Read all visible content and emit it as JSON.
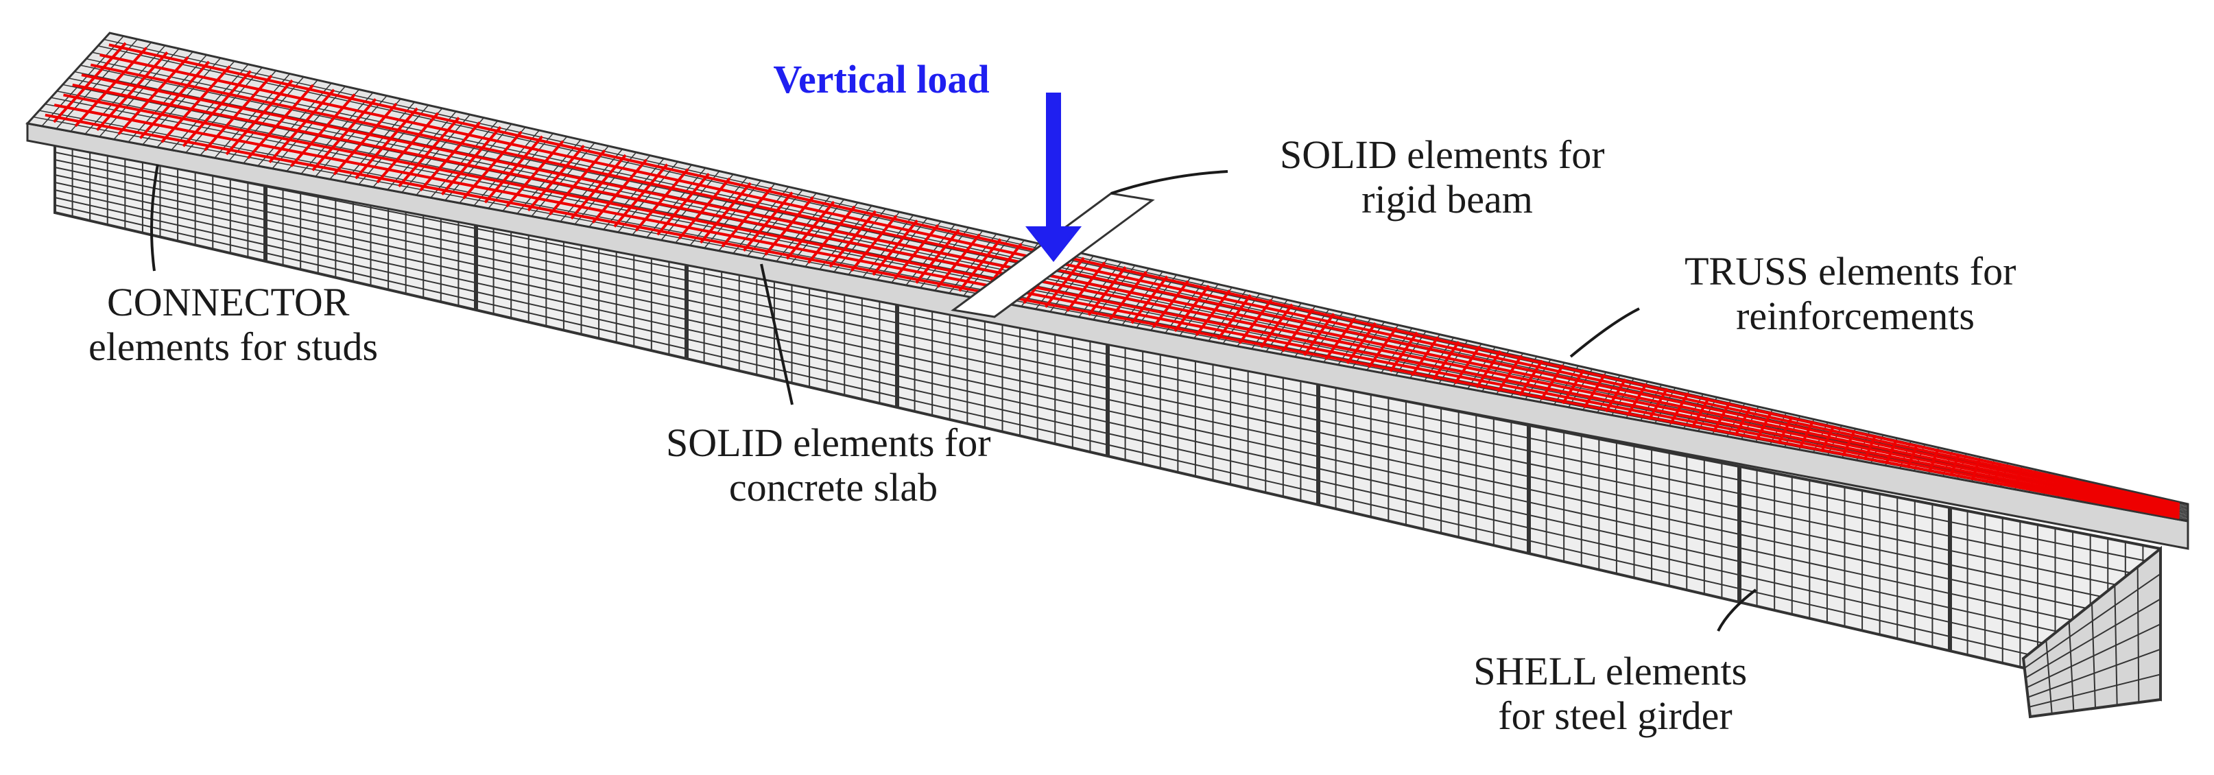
{
  "colors": {
    "steel_face": "#eeeeee",
    "steel_shade": "#d6d6d6",
    "mesh_line": "#333333",
    "reinforcement": "#ee0000",
    "load_arrow": "#1f1ff0",
    "label_text": "#1a1a1a"
  },
  "load": {
    "label": "Vertical load"
  },
  "labels": {
    "rigid_beam": [
      "SOLID elements for",
      "rigid beam"
    ],
    "studs": [
      "CONNECTOR",
      "elements for studs"
    ],
    "concrete": [
      "SOLID elements for",
      "concrete slab"
    ],
    "reinforcement": [
      "TRUSS elements for",
      "reinforcements"
    ],
    "girder": [
      "SHELL elements",
      "for steel girder"
    ]
  }
}
